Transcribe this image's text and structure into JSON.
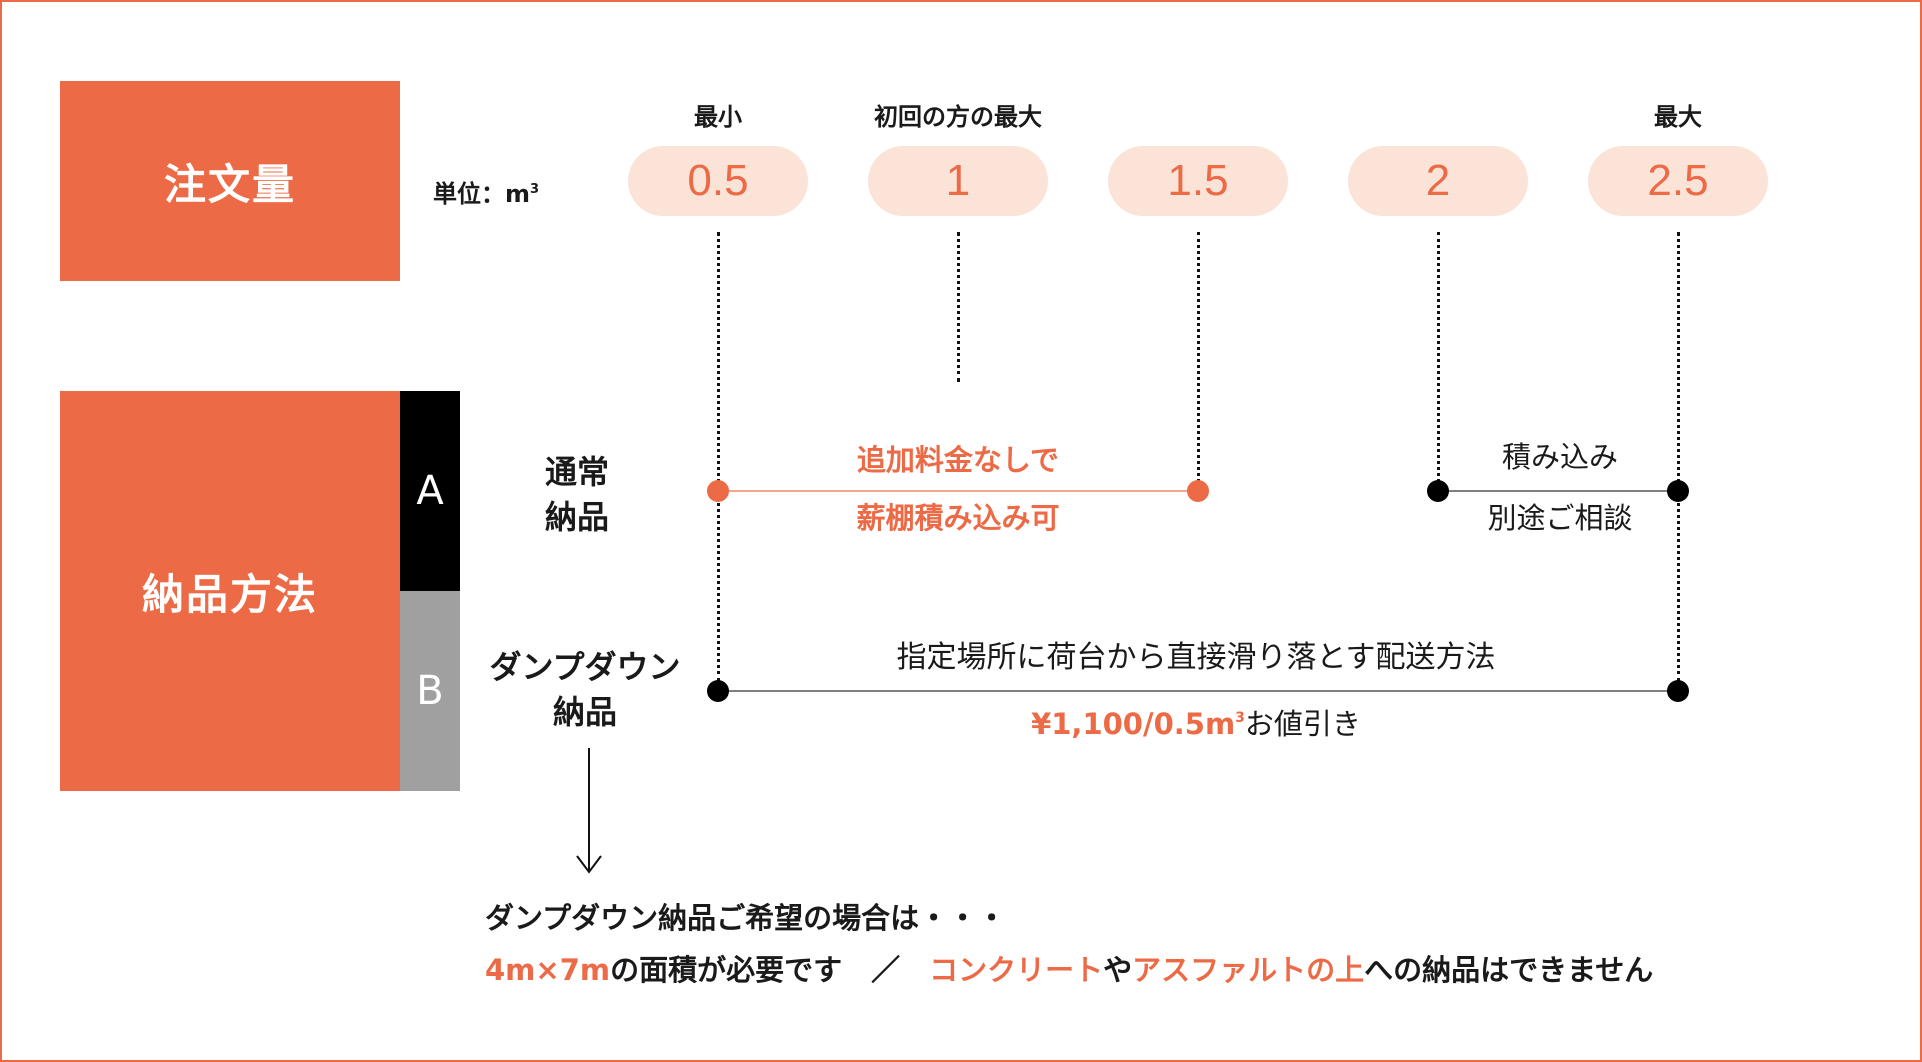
{
  "colors": {
    "accent": "#ec6b46",
    "pill_bg": "#fbe3d8",
    "black": "#000000",
    "gray": "#a0a0a0"
  },
  "order_section": {
    "title": "注文量",
    "unit_label": "単位：m",
    "unit_sup": "3",
    "columns": [
      {
        "label": "最小",
        "value": "0.5"
      },
      {
        "label": "初回の方の最大",
        "value": "1"
      },
      {
        "label": "",
        "value": "1.5"
      },
      {
        "label": "",
        "value": "2"
      },
      {
        "label": "最大",
        "value": "2.5"
      }
    ]
  },
  "delivery_section": {
    "title": "納品方法",
    "methods": [
      {
        "key": "A",
        "label_line1": "通常",
        "label_line2": "納品",
        "segments": [
          {
            "range": "0.5-1.5",
            "above": "追加料金なしで",
            "below": "薪棚積み込み可",
            "style": "accent"
          },
          {
            "range": "2-2.5",
            "above": "積み込み",
            "below": "別途ご相談",
            "style": "plain"
          }
        ]
      },
      {
        "key": "B",
        "label_line1": "ダンプダウン",
        "label_line2": "納品",
        "segments": [
          {
            "range": "0.5-2.5",
            "above": "指定場所に荷台から直接滑り落とす配送方法",
            "below_accent": "¥1,100/0.5m",
            "below_sup": "3",
            "below_plain": "お値引き"
          }
        ]
      }
    ]
  },
  "note": {
    "line1": "ダンプダウン納品ご希望の場合は・・・",
    "line2": [
      {
        "text": "4m×7m",
        "accent": true
      },
      {
        "text": "の面積が必要です　／　",
        "accent": false
      },
      {
        "text": "コンクリート",
        "accent": true
      },
      {
        "text": "や",
        "accent": false
      },
      {
        "text": "アスファルトの上",
        "accent": true
      },
      {
        "text": "への納品はできません",
        "accent": false
      }
    ]
  }
}
